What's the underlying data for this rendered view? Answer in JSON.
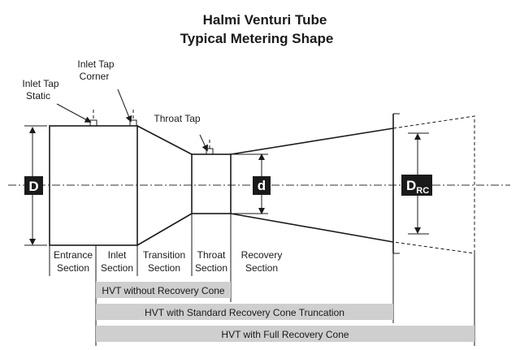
{
  "title": {
    "line1": "Halmi Venturi Tube",
    "line2": "Typical Metering Shape"
  },
  "taps": {
    "inlet_tap_static": [
      "Inlet Tap",
      "Static"
    ],
    "inlet_tap_corner": [
      "Inlet Tap",
      "Corner"
    ],
    "throat_tap": "Throat Tap"
  },
  "dimensions": {
    "D": "D",
    "d": "d",
    "DRC_main": "D",
    "DRC_sub": "RC"
  },
  "sections": {
    "entrance": [
      "Entrance",
      "Section"
    ],
    "inlet": [
      "Inlet",
      "Section"
    ],
    "transition": [
      "Transition",
      "Section"
    ],
    "throat": [
      "Throat",
      "Section"
    ],
    "recovery": [
      "Recovery",
      "Section"
    ]
  },
  "bars": {
    "without_cone": "HVT without Recovery Cone",
    "standard_truncation": "HVT with Standard Recovery Cone Truncation",
    "full_cone": "HVT with Full Recovery Cone"
  }
}
